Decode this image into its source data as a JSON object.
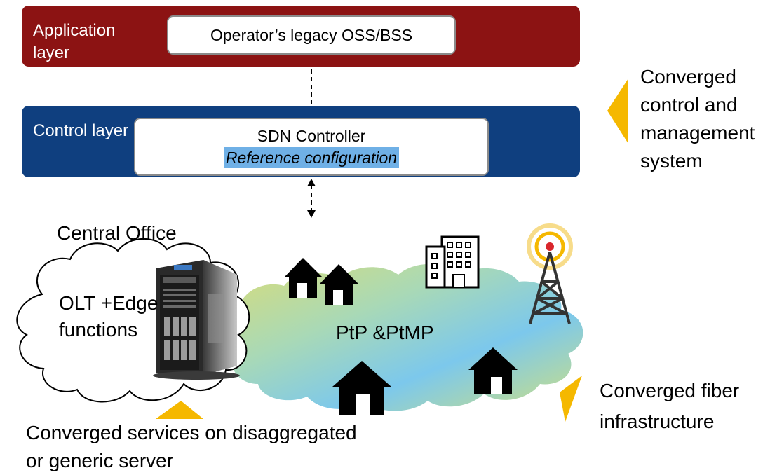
{
  "application_layer": {
    "label": "Application layer",
    "box_text": "Operator’s legacy OSS/BSS"
  },
  "control_layer": {
    "label": "Control layer",
    "controller_title": "SDN Controller",
    "controller_subtitle": "Reference configuration"
  },
  "labels": {
    "converged_control": "Converged control and management system",
    "central_office": "Central Office",
    "cloud_text": "OLT +Edge functions",
    "network_label": "PtP &PtMP",
    "converged_fiber": "Converged fiber infrastructure",
    "converged_services": "Converged services on disaggregated or generic server"
  },
  "colors": {
    "application_band": "#8c1313",
    "control_band": "#0f3f7f",
    "highlight": "#6fb0e6",
    "accent_arrow": "#f5b800"
  }
}
